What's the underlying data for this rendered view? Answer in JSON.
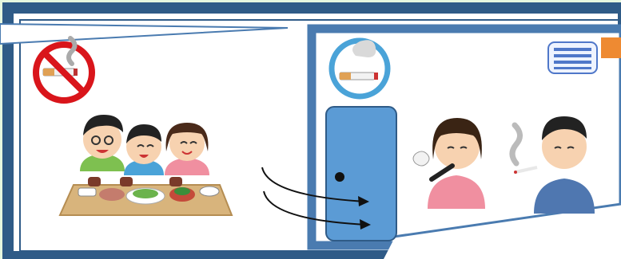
{
  "scene": {
    "left_room": {
      "sign": "no-smoking-icon",
      "people": [
        "boy-eating",
        "child-eating",
        "girl-eating"
      ],
      "table": "dining-table-with-food"
    },
    "right_room": {
      "sign": "smoking-allowed-icon",
      "door": "blue-door",
      "people": [
        "woman-vaping",
        "man-smoking-cigarette"
      ],
      "vent": "air-vent-icon"
    },
    "arrows": [
      "smoke-flow-arrow-upper",
      "smoke-flow-arrow-lower"
    ],
    "colors": {
      "background": "#e6f7df",
      "wall": "#2f5b87",
      "right_room_frame": "#4a7bb0",
      "door": "#5b9bd5",
      "no_smoking_red": "#d9151b",
      "smoking_ok_blue": "#4aa3d8",
      "table": "#d8b47c",
      "vent": "#4f77c9"
    }
  }
}
